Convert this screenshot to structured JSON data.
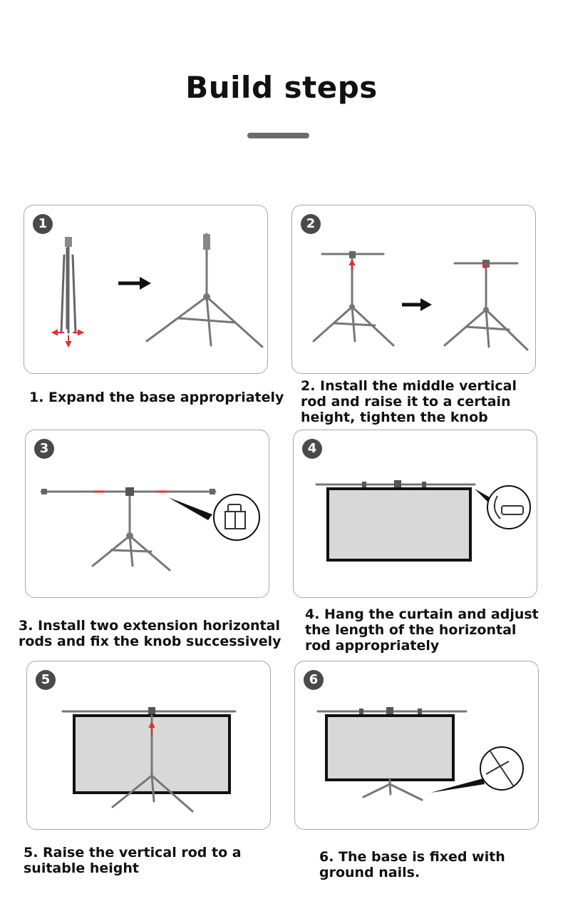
{
  "title": "Build steps",
  "steps": [
    {
      "number": "1",
      "caption": "1. Expand the base appropriately"
    },
    {
      "number": "2",
      "caption": "2. Install the middle vertical\nrod and raise it to a certain\nheight, tighten the knob"
    },
    {
      "number": "3",
      "caption": "3. Install two extension horizontal\nrods and fix the knob successively"
    },
    {
      "number": "4",
      "caption": "4. Hang the curtain and adjust\nthe length of the horizontal\nrod appropriately"
    },
    {
      "number": "5",
      "caption": "5. Raise the vertical rod to a\nsuitable height"
    },
    {
      "number": "6",
      "caption": "6. The base is fixed with\nground nails."
    }
  ],
  "colors": {
    "badge": "#4a4a4a",
    "card_border": "#a8a8a8",
    "accent_red": "#e03030",
    "screen_fill": "#d8d8d8"
  }
}
